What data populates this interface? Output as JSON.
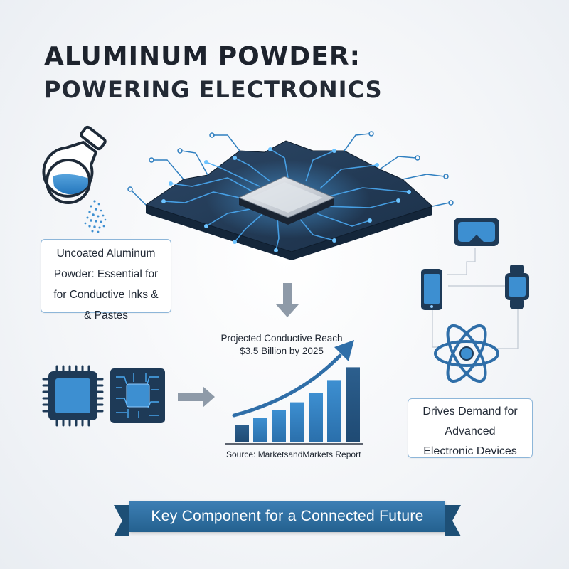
{
  "title": {
    "line1": "ALUMINUM POWDER:",
    "line2": "POWERING ELECTRONICS"
  },
  "callout_left": {
    "line1": "Uncoated Aluminum",
    "line2": "Powder: Essential for",
    "line3": "for Conductive Inks &",
    "line4": "& Pastes"
  },
  "chart_note": {
    "line1": "Projected Conductive Reach",
    "line2": "$3.5 Billion by 2025"
  },
  "source": "Source: MarketsandMarkets Report",
  "callout_right": {
    "line1": "Drives Demand for",
    "line2": "Advanced",
    "line3": "Electronic Devices"
  },
  "banner": "Key Component for a Connected Future",
  "icons": [
    "flask-icon",
    "powder-icon",
    "circuit-board-icon",
    "arrow-down-icon",
    "chip-icon",
    "pcb-icon",
    "arrow-right-icon",
    "vr-headset-icon",
    "smartphone-icon",
    "smartwatch-icon",
    "atom-icon"
  ],
  "colors": {
    "accent": "#2f7fc0",
    "dark_navy": "#1e3a57",
    "banner": "#2b6c9e"
  },
  "chart_data": {
    "type": "bar",
    "values": [
      2,
      2.9,
      3.8,
      4.7,
      5.8,
      7.3,
      8.8
    ],
    "trend_arrow": true,
    "title": "",
    "xlabel": "",
    "ylabel": ""
  }
}
